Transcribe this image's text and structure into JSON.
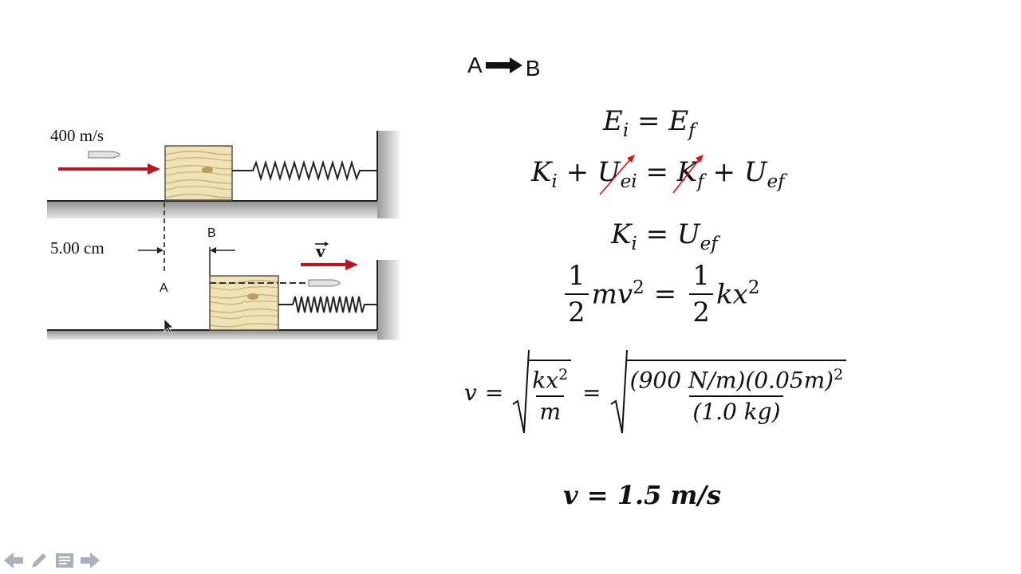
{
  "diagram": {
    "speed_label": "400 m/s",
    "distance_label": "5.00 cm",
    "point_a_label": "A",
    "point_b_label": "B",
    "velocity_label": "v"
  },
  "heading": {
    "from": "A",
    "to": "B"
  },
  "equations": {
    "energy_base_left": "E",
    "energy_sub_left": "i",
    "energy_base_right": "E",
    "energy_sub_right": "f",
    "k_i": "K",
    "k_i_sub": "i",
    "u_ei": "U",
    "u_ei_sub": "ei",
    "k_f": "K",
    "k_f_sub": "f",
    "u_ef": "U",
    "u_ef_sub": "ef",
    "half_num": "1",
    "half_den": "2",
    "mv2": "mv",
    "kx2": "kx",
    "sq": "2",
    "v": "v",
    "root1_num": "kx",
    "root1_den": "m",
    "root2_num": "(900 N/m)(0.05m)",
    "root2_den": "(1.0 kg)",
    "result": "v = 1.5 m/s"
  },
  "colors": {
    "arrow_red": "#c0141c",
    "wood": "#efe2b4",
    "wall_shadow": "#bdbdbd"
  }
}
